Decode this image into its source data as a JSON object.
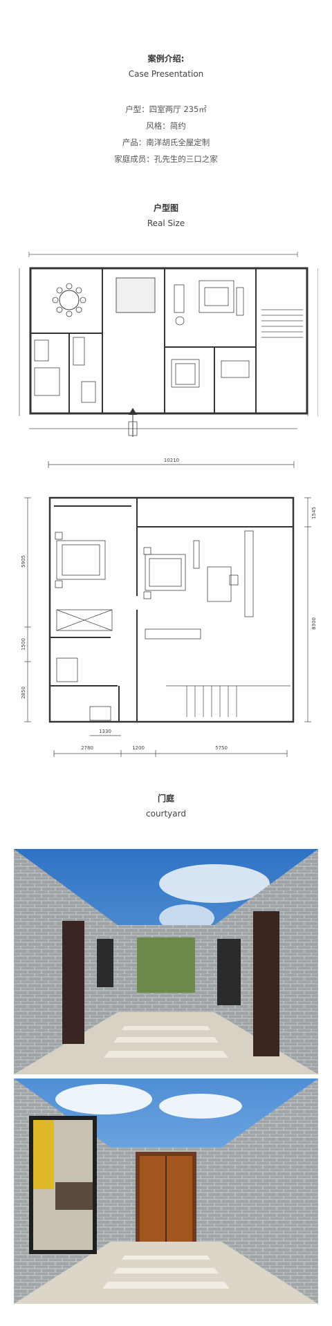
{
  "intro": {
    "heading_cn": "案例介绍:",
    "heading_en": "Case Presentation",
    "lines": [
      "户型：四室两厅 235㎡",
      "风格：简约",
      "产品：南洋胡氏全屋定制",
      "家庭成员：孔先生的三口之家"
    ]
  },
  "plan_section": {
    "heading_cn": "户型图",
    "heading_en": "Real Size"
  },
  "plan2_dims": {
    "top": "10210",
    "bottom": [
      "2780",
      "1330",
      "1200",
      "5750"
    ],
    "left": [
      "5905",
      "1500",
      "2850"
    ],
    "right": [
      "1545",
      "8300"
    ]
  },
  "courtyard": {
    "heading_cn": "门庭",
    "heading_en": "courtyard"
  }
}
